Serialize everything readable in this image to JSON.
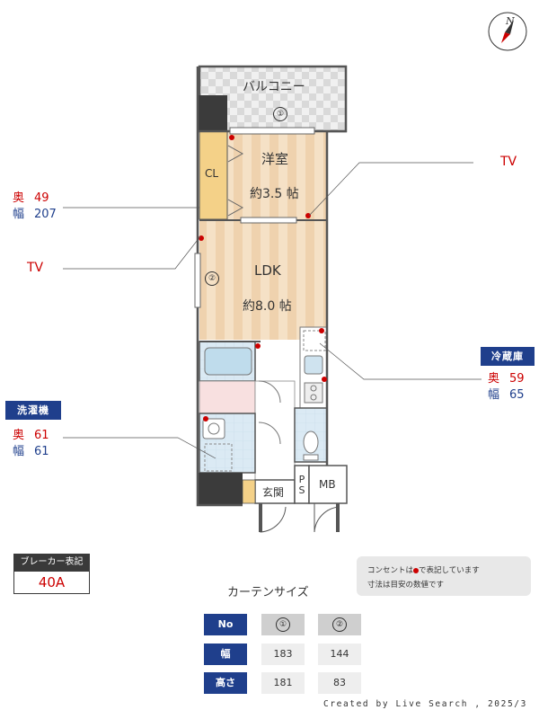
{
  "compass": {
    "north": "N"
  },
  "rooms": {
    "balcony": "バルコニー",
    "balcony_no": "①",
    "western_name": "洋室",
    "western_size": "約3.5 帖",
    "closet": "CL",
    "ldk_name": "LDK",
    "ldk_size": "約8.0 帖",
    "ldk_window_no": "②",
    "entrance": "玄関",
    "ps": "PS",
    "mb": "MB"
  },
  "annotations": {
    "tv_right": "TV",
    "tv_left": "TV",
    "closet_depth_label": "奥",
    "closet_depth": "49",
    "closet_width_label": "幅",
    "closet_width": "207",
    "fridge_title": "冷蔵庫",
    "fridge_depth_label": "奥",
    "fridge_depth": "59",
    "fridge_width_label": "幅",
    "fridge_width": "65",
    "washer_title": "洗濯機",
    "washer_depth_label": "奥",
    "washer_depth": "61",
    "washer_width_label": "幅",
    "washer_width": "61"
  },
  "breaker": {
    "title": "ブレーカー表記",
    "value": "40A"
  },
  "note": {
    "line1_pre": "コンセントは",
    "line1_post": "で表記しています",
    "line2": "寸法は目安の数値です"
  },
  "curtain": {
    "title": "カーテンサイズ",
    "headers": {
      "no": "No",
      "width": "幅",
      "height": "高さ"
    },
    "columns": [
      {
        "no": "①",
        "width": "183",
        "height": "181"
      },
      {
        "no": "②",
        "width": "144",
        "height": "83"
      }
    ]
  },
  "footer": "Created by Live Search , 2025/3",
  "colors": {
    "accent_blue": "#1f3f8c",
    "accent_red": "#cc0000",
    "wood": "#f3dcc0",
    "wall": "#555555"
  }
}
